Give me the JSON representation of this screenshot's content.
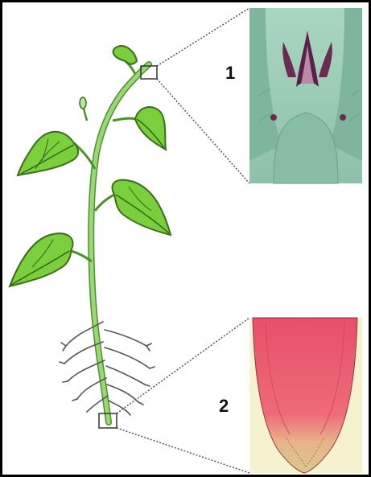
{
  "labels": {
    "shoot_tip": "1",
    "root_tip": "2"
  },
  "colors": {
    "border": "#000000",
    "leaf_fill": "#7ccf3c",
    "leaf_dark": "#3d8a1c",
    "stem": "#8fd16a",
    "root": "#5b5b5b",
    "shoot_panel_bg": "#9dcfb8",
    "shoot_tissue": "#86b9a4",
    "shoot_stain": "#6a2a52",
    "root_panel_bg": "#f5efc5",
    "root_tissue": "#e3576a",
    "root_cap": "#d9c98a",
    "callout_box": "#333333",
    "callout_line": "#666666"
  },
  "icons": {
    "shoot_magnifier": "callout-box",
    "root_magnifier": "callout-box"
  }
}
